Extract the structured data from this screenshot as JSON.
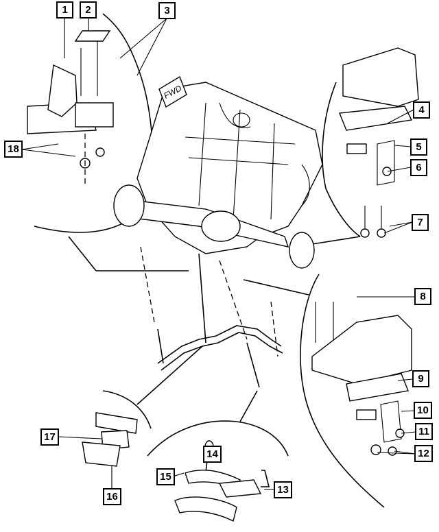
{
  "diagram": {
    "callouts": [
      {
        "id": "1",
        "label": "1"
      },
      {
        "id": "2",
        "label": "2"
      },
      {
        "id": "3",
        "label": "3"
      },
      {
        "id": "4",
        "label": "4"
      },
      {
        "id": "5",
        "label": "5"
      },
      {
        "id": "6",
        "label": "6"
      },
      {
        "id": "7",
        "label": "7"
      },
      {
        "id": "8",
        "label": "8"
      },
      {
        "id": "9",
        "label": "9"
      },
      {
        "id": "10",
        "label": "10"
      },
      {
        "id": "11",
        "label": "11"
      },
      {
        "id": "12",
        "label": "12"
      },
      {
        "id": "13",
        "label": "13"
      },
      {
        "id": "14",
        "label": "14"
      },
      {
        "id": "15",
        "label": "15"
      },
      {
        "id": "16",
        "label": "16"
      },
      {
        "id": "17",
        "label": "17"
      },
      {
        "id": "18",
        "label": "18"
      }
    ],
    "direction_tag": "FWD"
  }
}
